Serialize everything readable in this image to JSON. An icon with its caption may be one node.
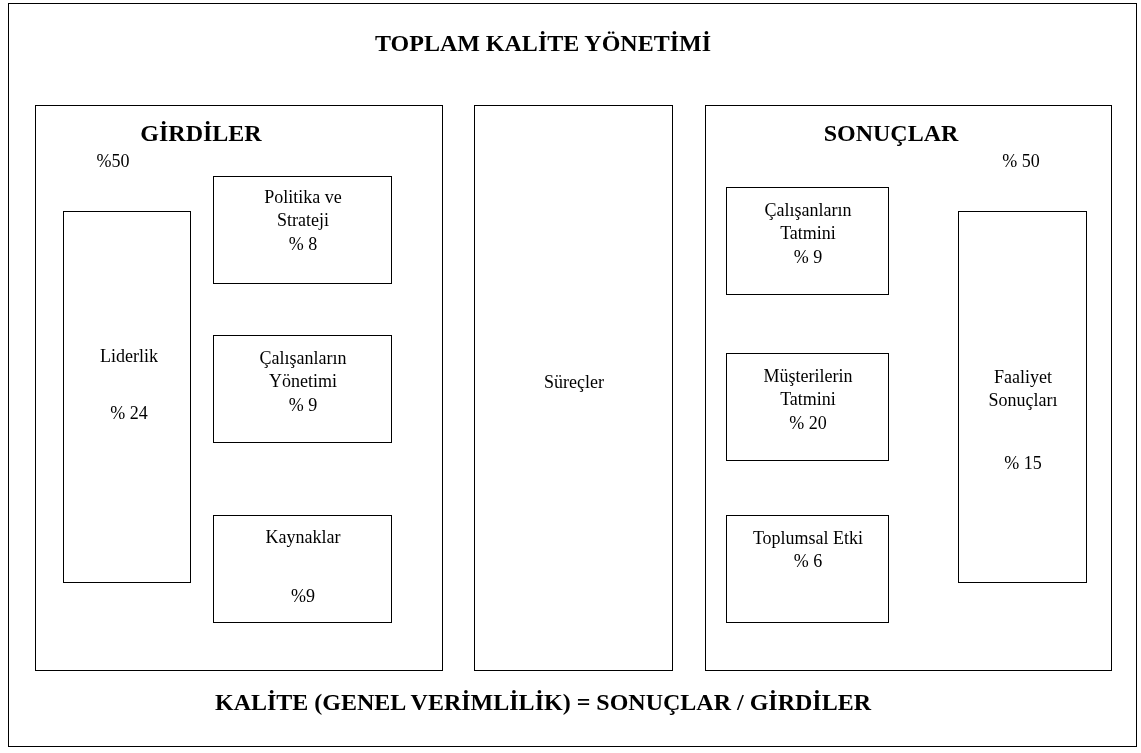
{
  "diagram": {
    "title": "TOPLAM KALİTE YÖNETİMİ",
    "nodes": [
      {
        "text": [
          "GİRDİLER",
          "%50"
        ]
      },
      {
        "text": [
          "Liderlik",
          "% 24"
        ],
        "in": 0
      },
      {
        "text": [
          "Politika ve Strateji",
          "% 8"
        ],
        "in": 0
      },
      {
        "text": [
          "Çalışanların Yönetimi",
          "% 9"
        ],
        "in": 0
      },
      {
        "text": [
          "Kaynaklar",
          "%9"
        ],
        "in": 0
      },
      {
        "text": [
          "Süreçler"
        ]
      },
      {
        "text": [
          "SONUÇLAR",
          "% 50"
        ]
      },
      {
        "text": [
          "Çalışanların Tatmini",
          "% 9"
        ],
        "in": 6
      },
      {
        "text": [
          "Müşterilerin Tatmini",
          "% 20"
        ],
        "in": 6
      },
      {
        "text": [
          "Toplumsal Etki",
          "% 6"
        ],
        "in": 6
      },
      {
        "text": [
          "Faaliyet Sonuçları",
          "% 15"
        ],
        "in": 6
      }
    ],
    "labels": [
      "KALİTE (GENEL VERİMLİLİK) = SONUÇLAR / GİRDİLER"
    ]
  }
}
